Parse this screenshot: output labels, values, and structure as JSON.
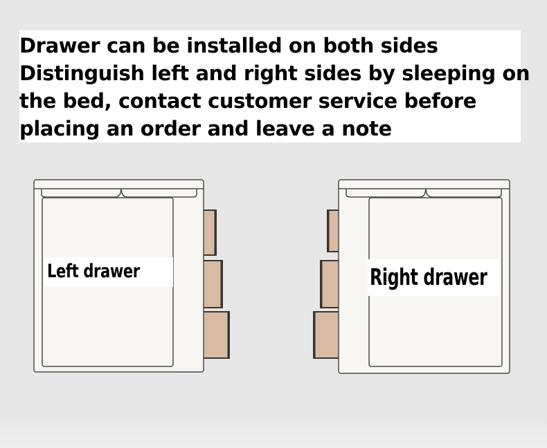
{
  "heading": {
    "lines": [
      "Drawer can be installed on both sides",
      "Distinguish left and right sides by sleeping on",
      "the bed, contact customer service before",
      "placing an order and leave a note"
    ]
  },
  "diagrams": {
    "left": {
      "label": "Left drawer"
    },
    "right": {
      "label": "Right drawer"
    }
  },
  "colors": {
    "background": "#e7e7e7",
    "bed_fill": "#f8f6f2",
    "bed_outline": "#4a4a4a",
    "drawer_fill": "#d9bba3",
    "drawer_outline": "#3a342f"
  }
}
